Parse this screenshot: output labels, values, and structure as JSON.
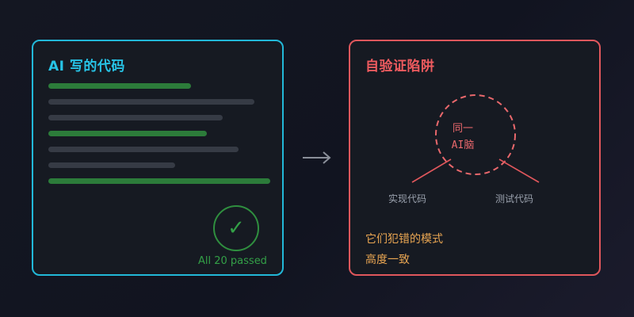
{
  "left_panel": {
    "title": "AI 写的代码",
    "pass_text": "All 20 passed",
    "check_icon": "✓",
    "colors": {
      "border": "#22b8d8",
      "title": "#27c3e6",
      "good_line": "#2c7c3a",
      "plain_line": "#363b45",
      "pass": "#33a047"
    }
  },
  "right_panel": {
    "title": "自验证陷阱",
    "brain_line1": "同一",
    "brain_line2": "AI脑",
    "left_branch_label": "实现代码",
    "right_branch_label": "测试代码",
    "note_line1": "它们犯错的模式",
    "note_line2": "高度一致",
    "colors": {
      "border": "#e0575c",
      "title": "#ef5b5f",
      "note": "#e8a552",
      "branch_label": "#9aa1ad"
    }
  },
  "arrow_icon": "right-arrow-icon"
}
